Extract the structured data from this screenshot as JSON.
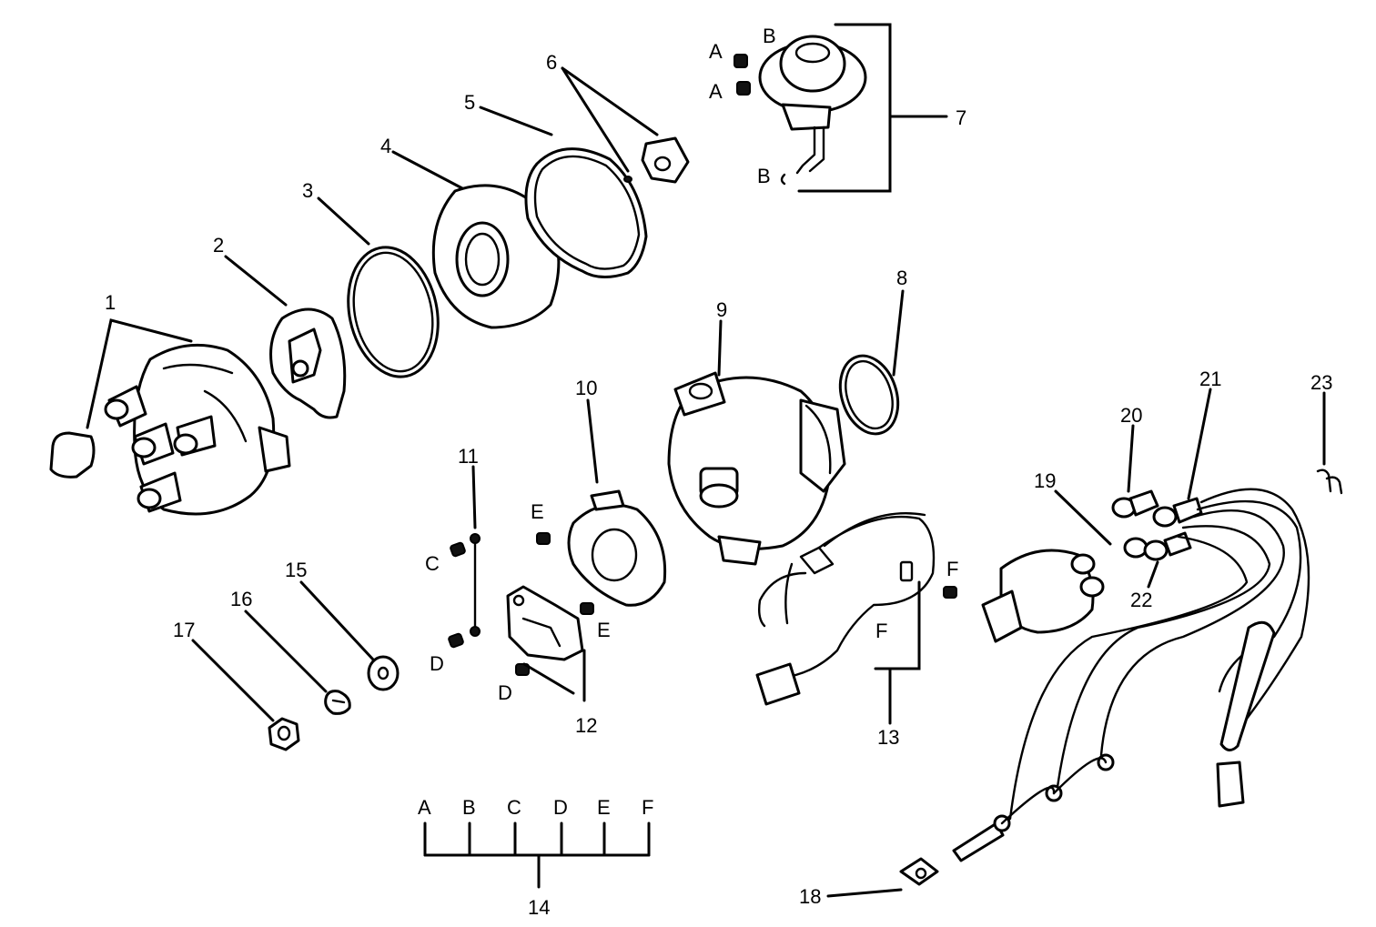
{
  "callouts": {
    "n1": "1",
    "n2": "2",
    "n3": "3",
    "n4": "4",
    "n5": "5",
    "n6": "6",
    "n7": "7",
    "n8": "8",
    "n9": "9",
    "n10": "10",
    "n11": "11",
    "n12": "12",
    "n13": "13",
    "n14": "14",
    "n15": "15",
    "n16": "16",
    "n17": "17",
    "n18": "18",
    "n19": "19",
    "n20": "20",
    "n21": "21",
    "n22": "22",
    "n23": "23"
  },
  "letters": {
    "a": "A",
    "b": "B",
    "c": "C",
    "d": "D",
    "e": "E",
    "f": "F"
  }
}
